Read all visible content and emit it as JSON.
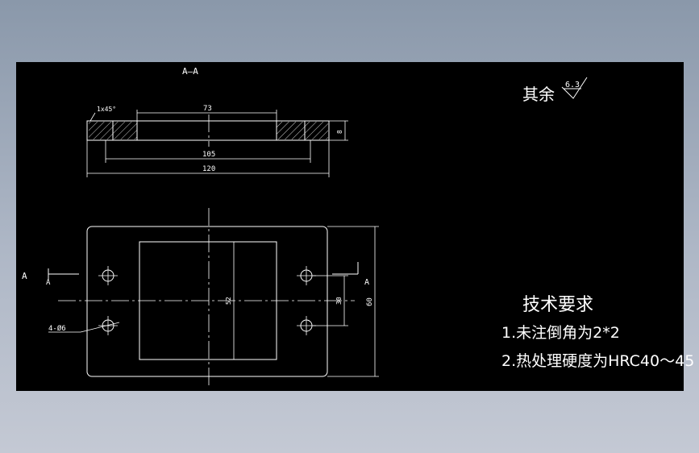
{
  "section_view": {
    "title": "A—A",
    "chamfer_label": "1x45°",
    "dims": {
      "inner_top": "73",
      "thickness": "8",
      "mid_width": "105",
      "overall_width": "120"
    }
  },
  "plan_view": {
    "section_mark_left": "A",
    "section_mark_left_inner": "A",
    "section_mark_right": "A",
    "hole_callout": "4-Ø6",
    "dims": {
      "inner_height": "52",
      "hole_spacing": "30",
      "overall_height": "60"
    }
  },
  "roughness": {
    "label": "其余",
    "value": "6.3"
  },
  "tech_requirements": {
    "title": "技术要求",
    "items": [
      "1.未注倒角为2*2",
      "2.热处理硬度为HRC40～45"
    ]
  }
}
